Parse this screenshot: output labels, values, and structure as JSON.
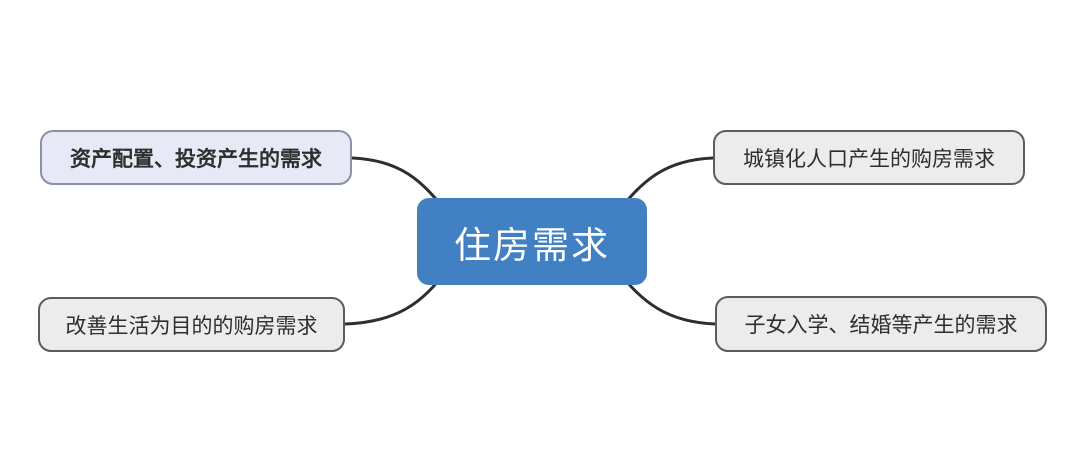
{
  "diagram": {
    "type": "mindmap",
    "center": {
      "label": "住房需求"
    },
    "branches": [
      {
        "label": "资产配置、投资产生的需求",
        "position": "top-left",
        "emphasized": true
      },
      {
        "label": "城镇化人口产生的购房需求",
        "position": "top-right",
        "emphasized": false
      },
      {
        "label": "改善生活为目的的购房需求",
        "position": "bottom-left",
        "emphasized": false
      },
      {
        "label": "子女入学、结婚等产生的需求",
        "position": "bottom-right",
        "emphasized": false
      }
    ],
    "colors": {
      "center_fill": "#4180c3",
      "center_text": "#ffffff",
      "branch_highlight_fill": "#e7eaf6",
      "branch_highlight_border": "#8990a8",
      "branch_fill": "#ececec",
      "branch_border": "#5c5c5c",
      "branch_text": "#2e2e2e",
      "connector": "#2e2e2e",
      "background": "#ffffff"
    }
  }
}
